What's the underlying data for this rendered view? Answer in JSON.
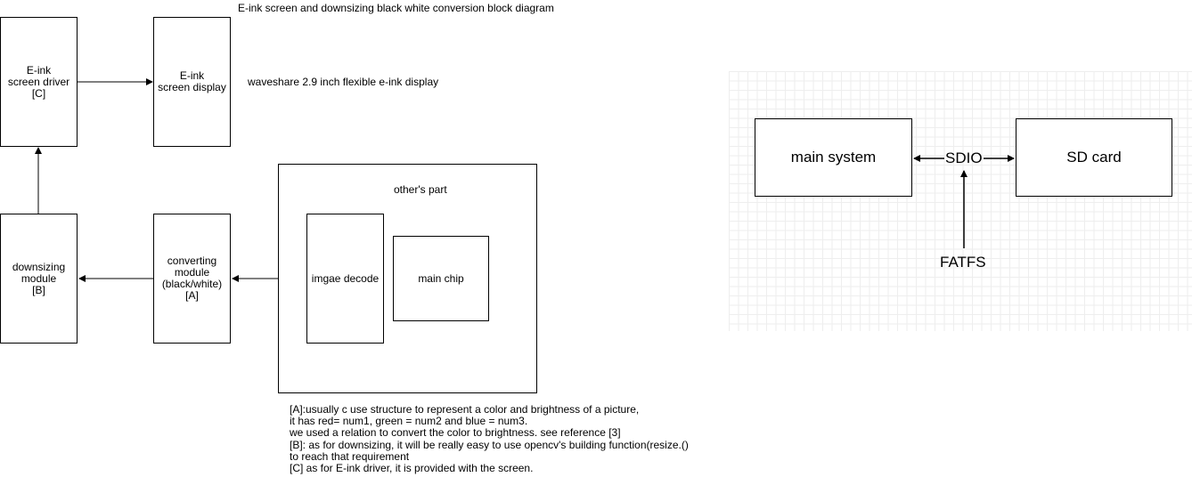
{
  "left_diagram": {
    "title": "E-ink screen and downsizing black white conversion block diagram",
    "driver_box": "E-ink\nscreen driver\n[C]",
    "display_box": "E-ink\nscreen display",
    "display_caption": "waveshare 2.9 inch flexible e-ink display",
    "downsizing_box": "downsizing\nmodule\n[B]",
    "converting_box": "converting\nmodule\n(black/white)\n[A]",
    "others_label": "other's part",
    "decode_box": "imgae decode",
    "chip_box": "main chip",
    "notes": "[A]:usually c use structure to represent a color and brightness of a picture,\nit has red= num1, green = num2 and blue = num3.\nwe used a relation to convert the color to brightness. see reference [3]\n[B]: as for downsizing, it will be really easy to use opencv's building function(resize.()\nto reach that requirement\n[C] as for E-ink driver, it is provided with the screen."
  },
  "right_diagram": {
    "main_system": "main system",
    "sd_card": "SD card",
    "sdio": "SDIO",
    "fatfs": "FATFS"
  }
}
